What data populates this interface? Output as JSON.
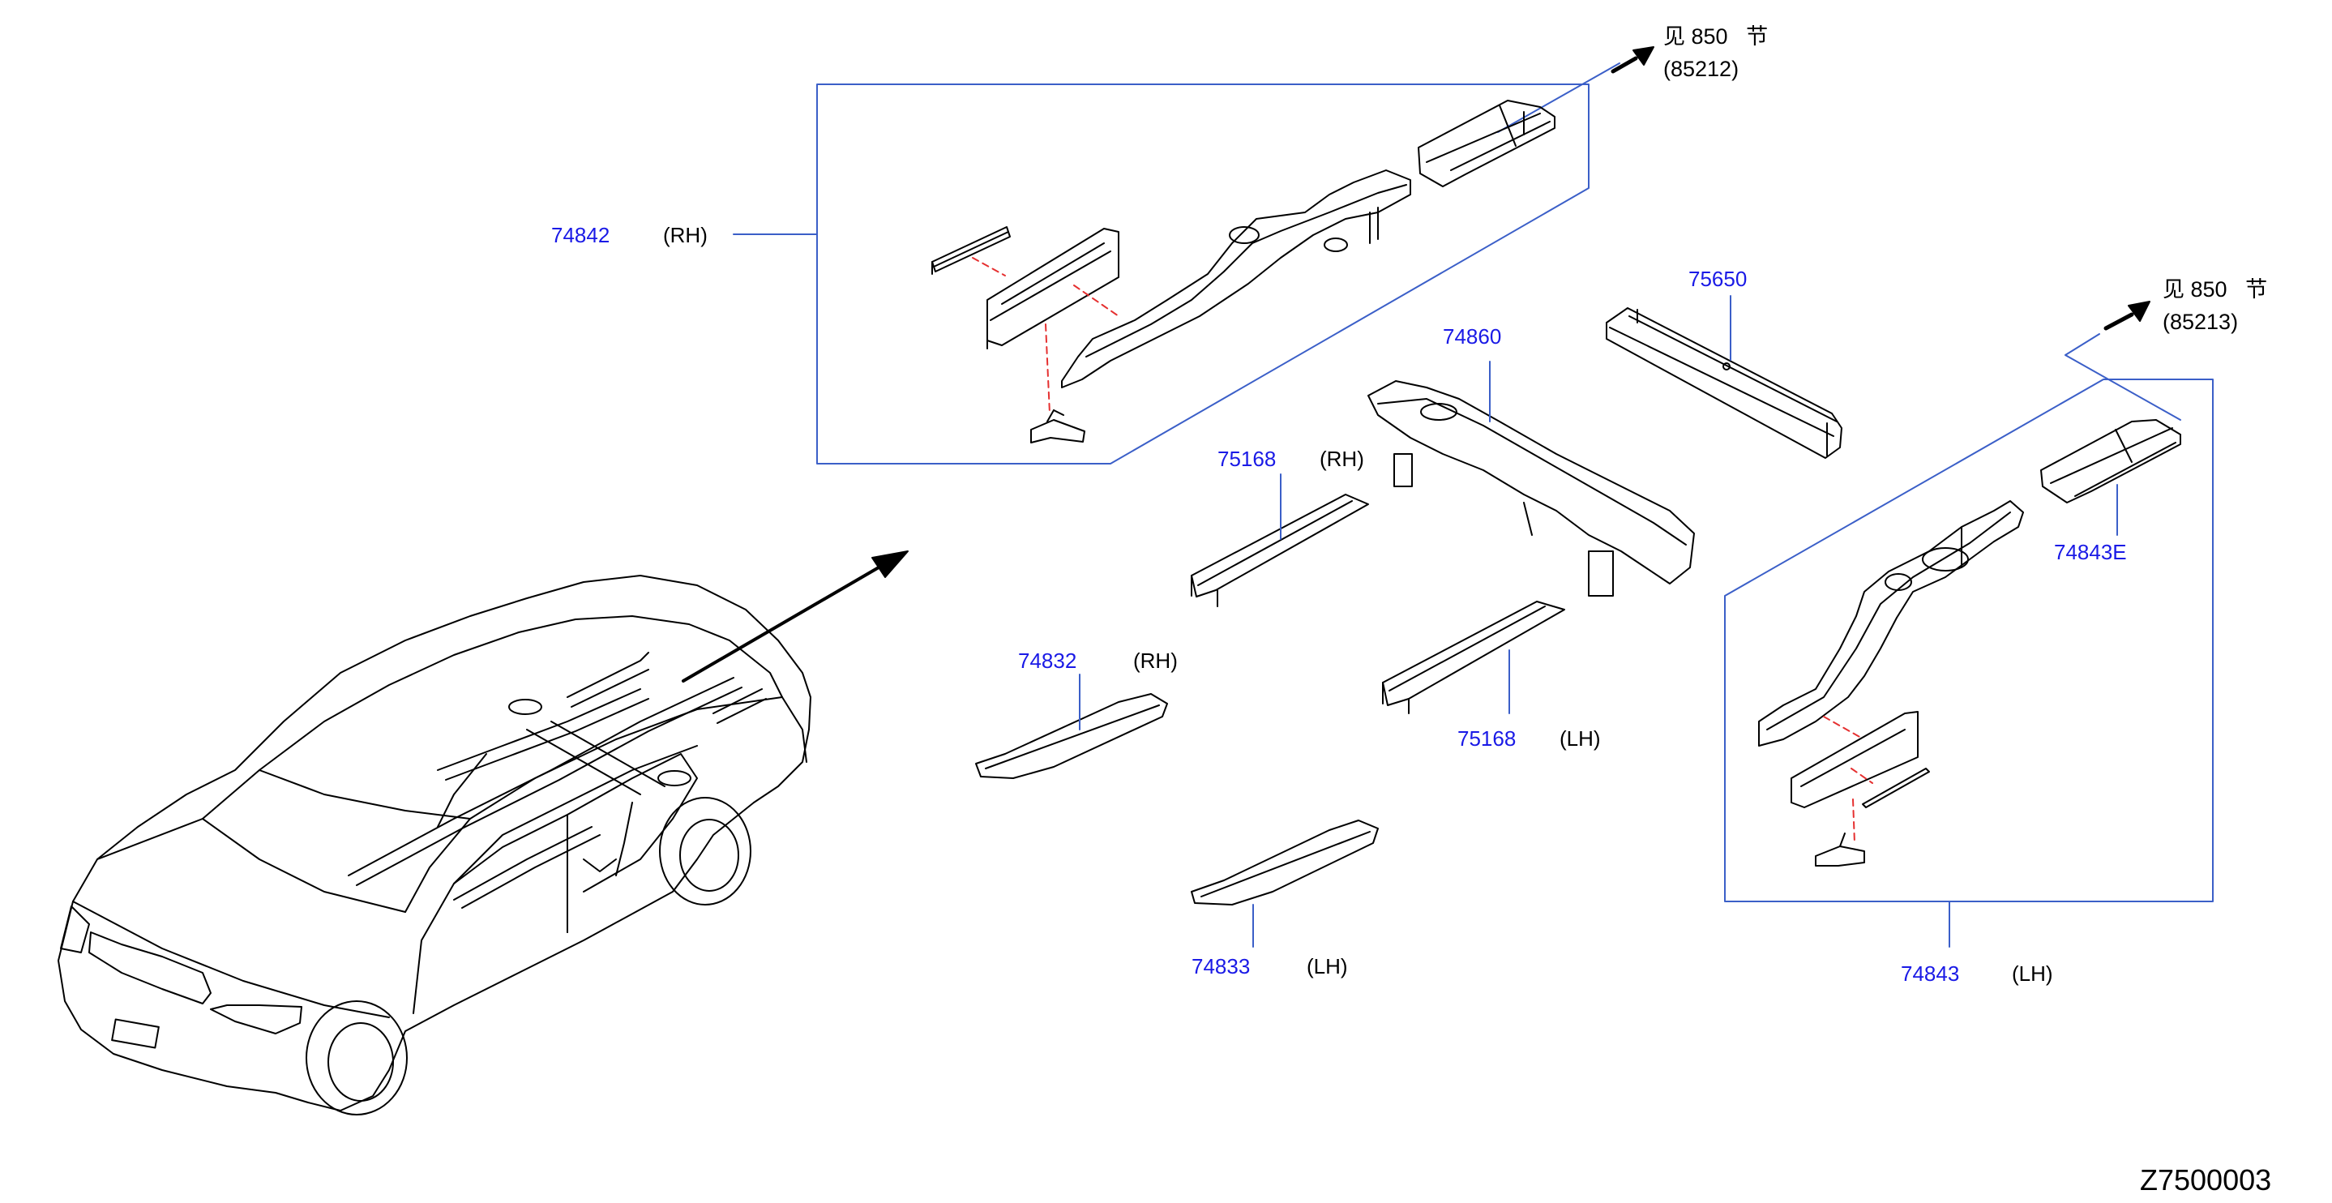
{
  "colors": {
    "part_number": "#1a1ae6",
    "callout_line": "#3b5fc8",
    "dashed_guide": "#e53030",
    "ink": "#000000"
  },
  "figure_number": "Z7500003",
  "references": [
    {
      "see_prefix": "见",
      "section": "850",
      "see_suffix": "节",
      "code": "(85212)"
    },
    {
      "see_prefix": "见",
      "section": "850",
      "see_suffix": "节",
      "code": "(85213)"
    }
  ],
  "parts": [
    {
      "number": "74842",
      "side": "(RH)"
    },
    {
      "number": "75650",
      "side": ""
    },
    {
      "number": "74860",
      "side": ""
    },
    {
      "number": "75168",
      "side": "(RH)"
    },
    {
      "number": "74843E",
      "side": ""
    },
    {
      "number": "74832",
      "side": "(RH)"
    },
    {
      "number": "75168",
      "side": "(LH)"
    },
    {
      "number": "74833",
      "side": "(LH)"
    },
    {
      "number": "74843",
      "side": "(LH)"
    }
  ],
  "icons": [
    "reference-arrow-icon",
    "car-outline-icon",
    "direction-arrow-icon"
  ]
}
